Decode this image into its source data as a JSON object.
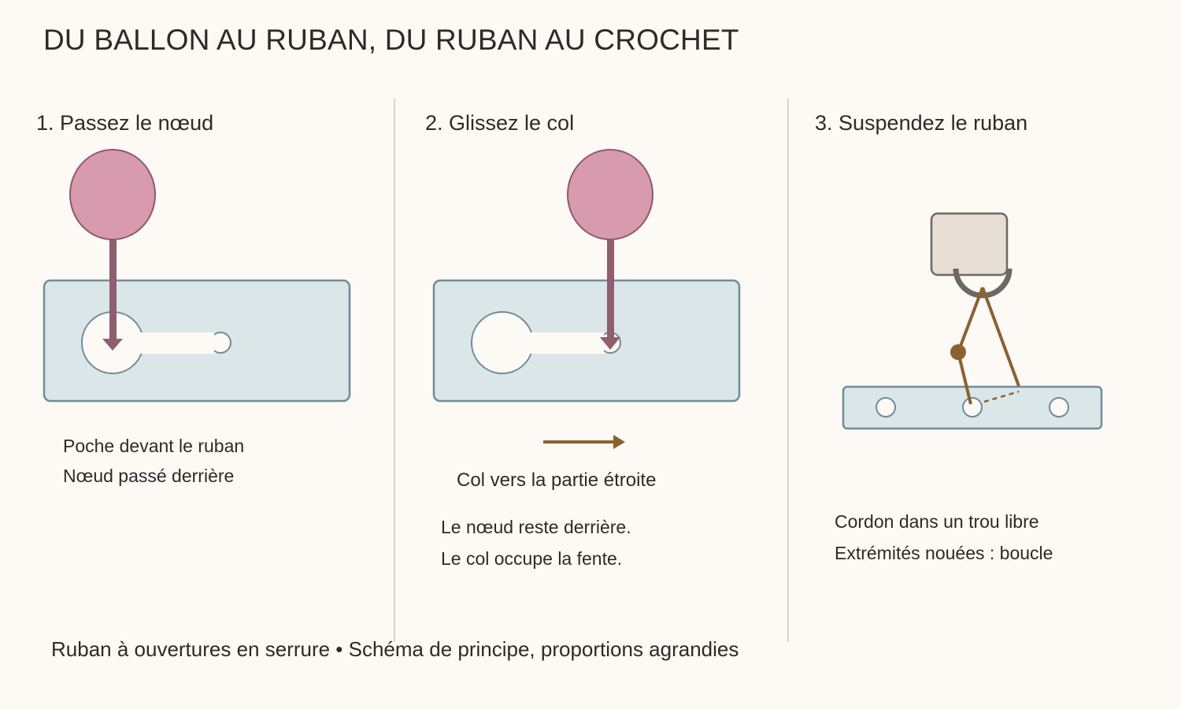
{
  "title": "DU BALLON AU RUBAN, DU RUBAN AU CROCHET",
  "steps": [
    {
      "title": "1. Passez le nœud",
      "captions": [
        "Poche devant le ruban",
        "Nœud passé derrière"
      ]
    },
    {
      "title": "2. Glissez le col",
      "arrow_label": "Col vers la partie étroite",
      "captions": [
        "Le nœud reste derrière.",
        "Le col occupe la fente."
      ]
    },
    {
      "title": "3. Suspendez le ruban",
      "captions": [
        "Cordon dans un trou libre",
        "Extrémités nouées : boucle"
      ]
    }
  ],
  "footer": "Ruban à ouvertures en serrure • Schéma de principe, proportions agrandies",
  "colors": {
    "background": "#fdf9f5",
    "balloon": "#d79aae",
    "balloon_outline": "#8f5a6a",
    "knot_stem": "#8f5f6e",
    "ribbon_fill": "#dbe6e9",
    "ribbon_outline": "#718b98",
    "cord": "#8b6132",
    "hook_fill": "#e6ddd4",
    "hook_outline": "#6e6863",
    "divider": "#d9d4cf"
  }
}
